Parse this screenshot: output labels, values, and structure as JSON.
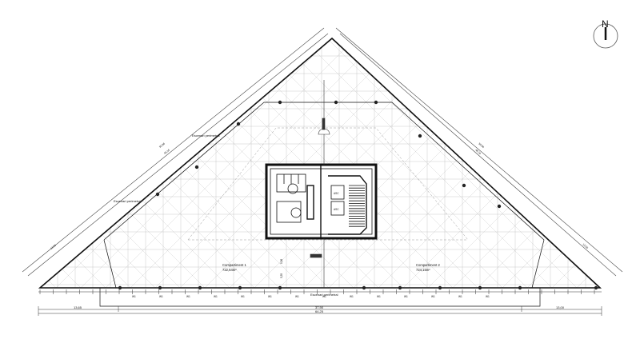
{
  "drawing": {
    "type": "architectural floor plan",
    "compass": {
      "label": "N"
    },
    "rooms": [
      {
        "name": "Compartiment 1",
        "area": "722,64m²"
      },
      {
        "name": "Compartiment 2",
        "area": "724,15m²"
      }
    ],
    "annotations": {
      "escape_label": "Escenari perimetral",
      "escape_bottom": "Escenari perimetral",
      "window_tag": "W1",
      "bay_tag": "1,5"
    },
    "dimensions": {
      "bottom_left": "13,65",
      "bottom_center": "37,90",
      "bottom_total": "64,25",
      "bottom_right": "13,00",
      "left_outer": "50,86",
      "left_inner": "48,16",
      "right_outer": "50,86",
      "right_inner": "48,16",
      "left_lower": "13,55",
      "right_lower": "13,55",
      "core_h1": "5,56",
      "core_h2": "5,55"
    },
    "core": {
      "lift_label_1": "ASC",
      "lift_label_2": "ASC"
    }
  }
}
